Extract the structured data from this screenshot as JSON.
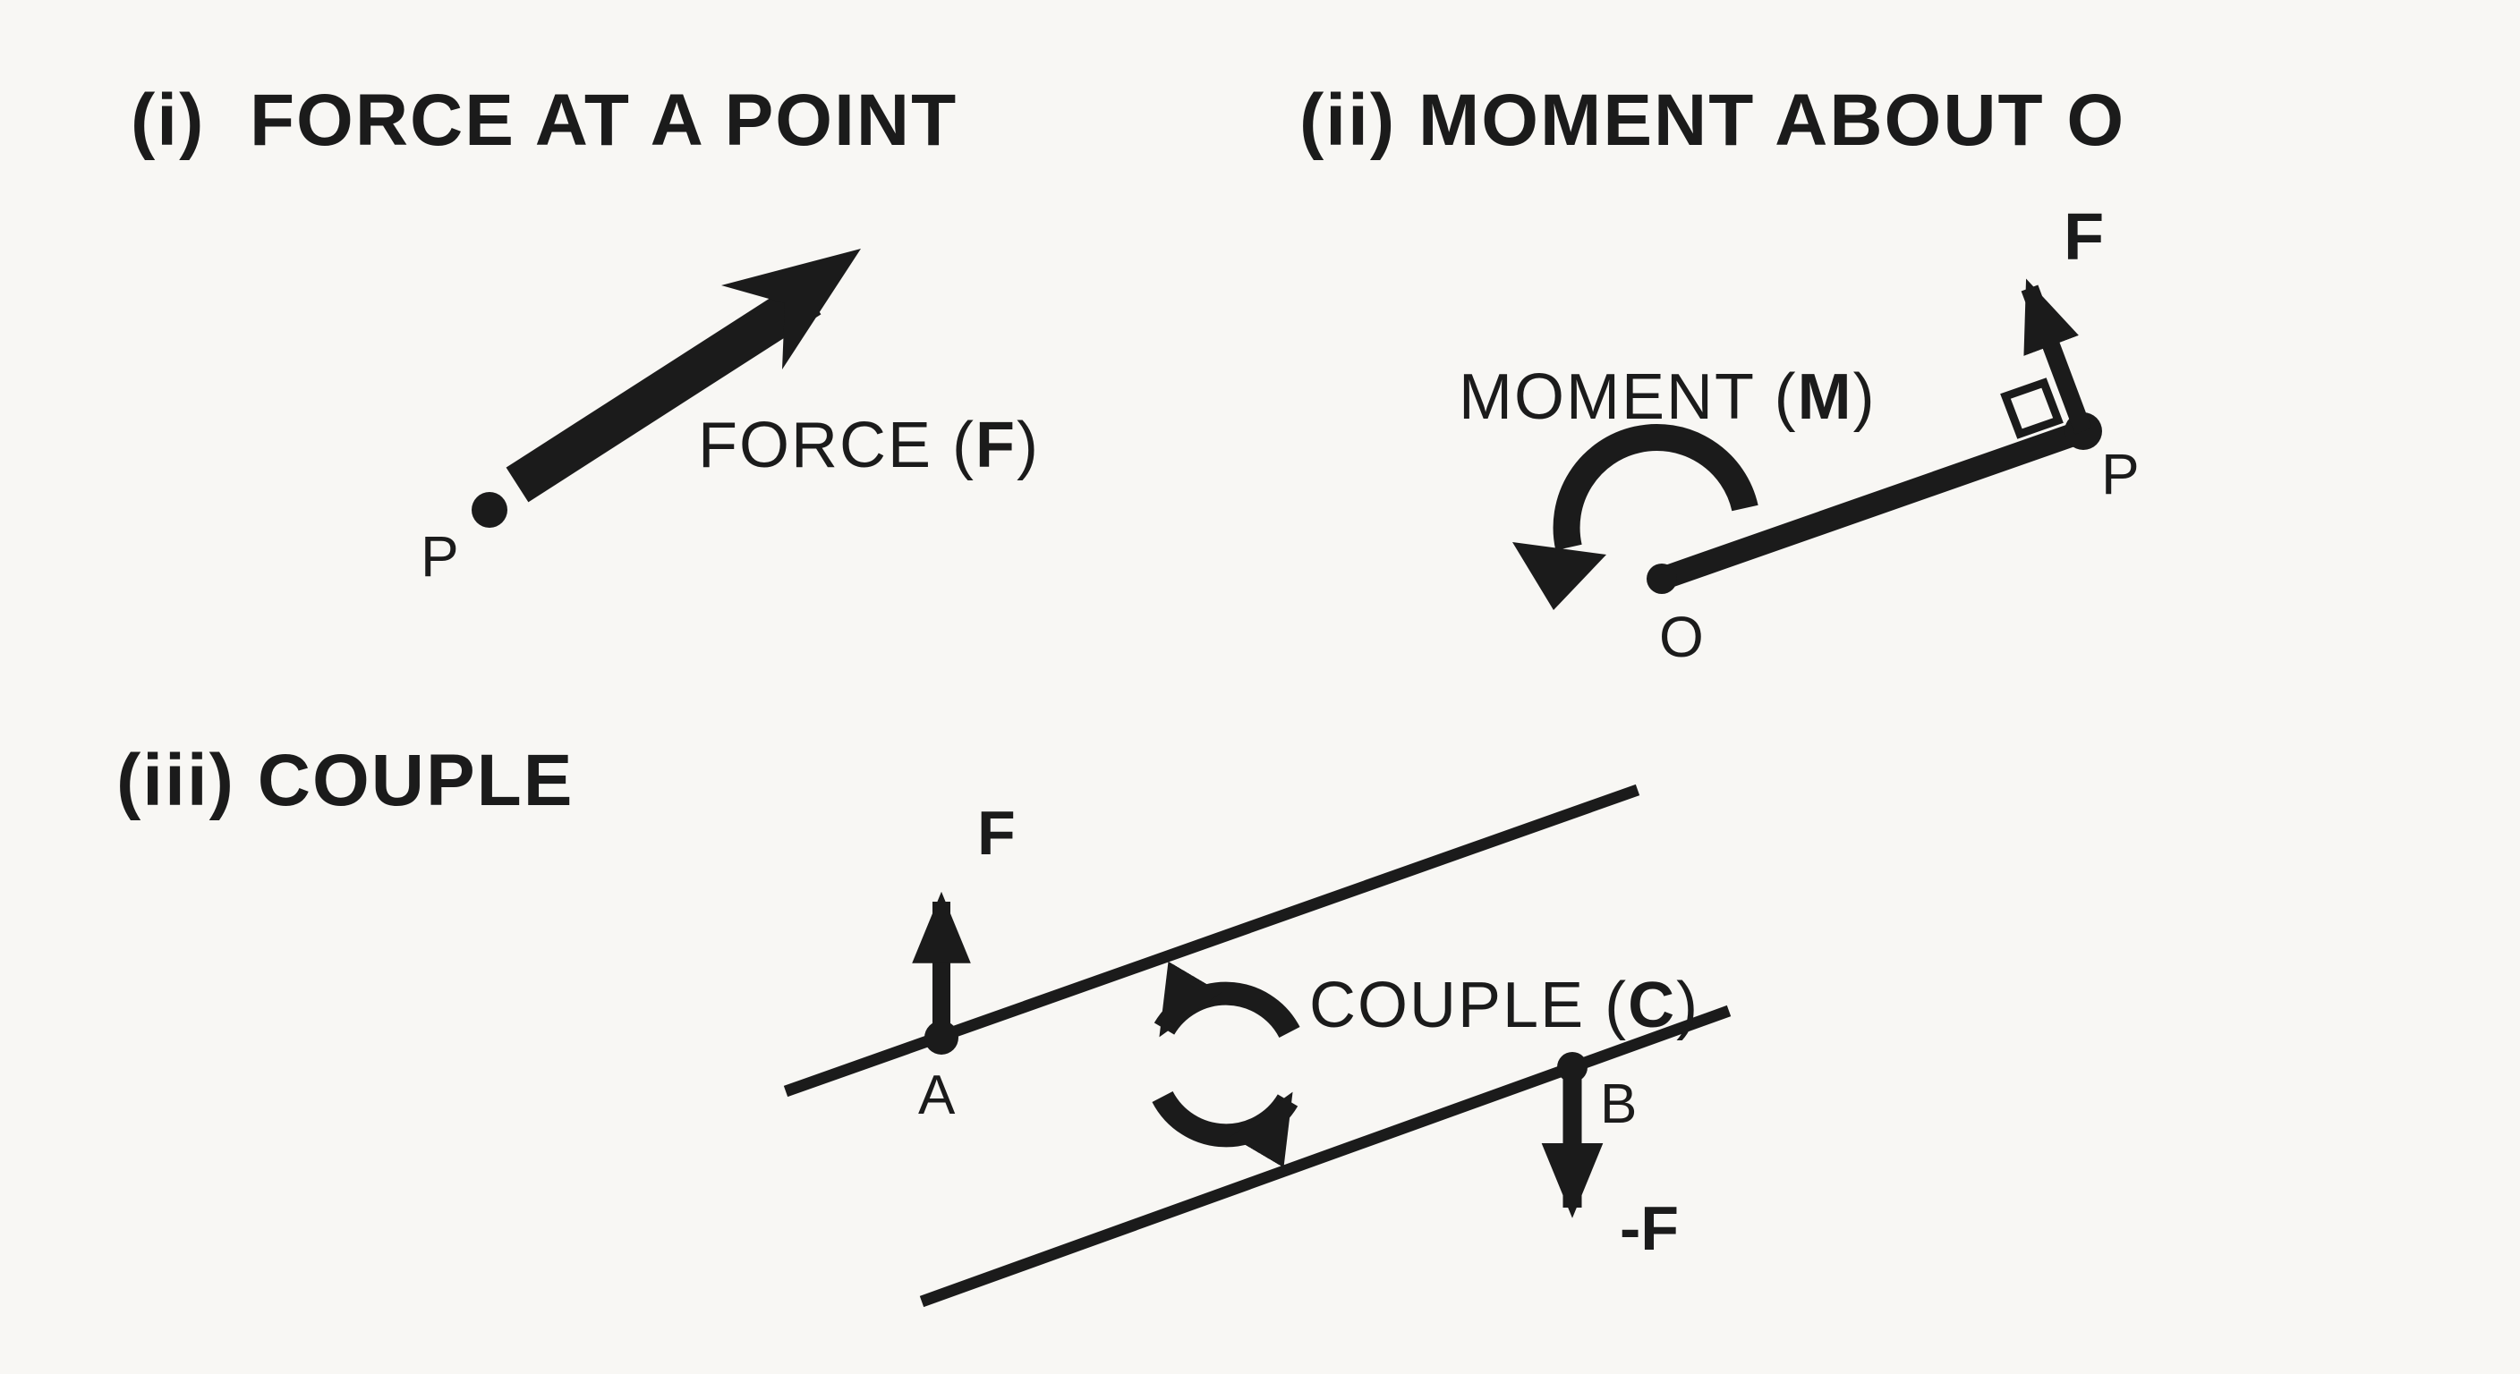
{
  "colors": {
    "background": "#f8f7f4",
    "ink": "#1b1b1b"
  },
  "sections": {
    "force_at_point": {
      "title": "(i)  FORCE AT A POINT",
      "point_label": "P",
      "force_label_prefix": "FORCE (",
      "force_symbol": "F",
      "force_label_suffix": ")"
    },
    "moment_about_o": {
      "title": "(ii) MOMENT ABOUT O",
      "moment_label_prefix": "MOMENT (",
      "moment_symbol": "M",
      "moment_label_suffix": ")",
      "force_symbol": "F",
      "origin_label": "O",
      "point_label": "P"
    },
    "couple": {
      "title": "(iii) COUPLE",
      "couple_label_prefix": "COUPLE (",
      "couple_symbol": "C",
      "couple_label_suffix": ")",
      "point_a_label": "A",
      "point_b_label": "B",
      "force_up_symbol": "F",
      "force_down_symbol": "-F"
    }
  }
}
